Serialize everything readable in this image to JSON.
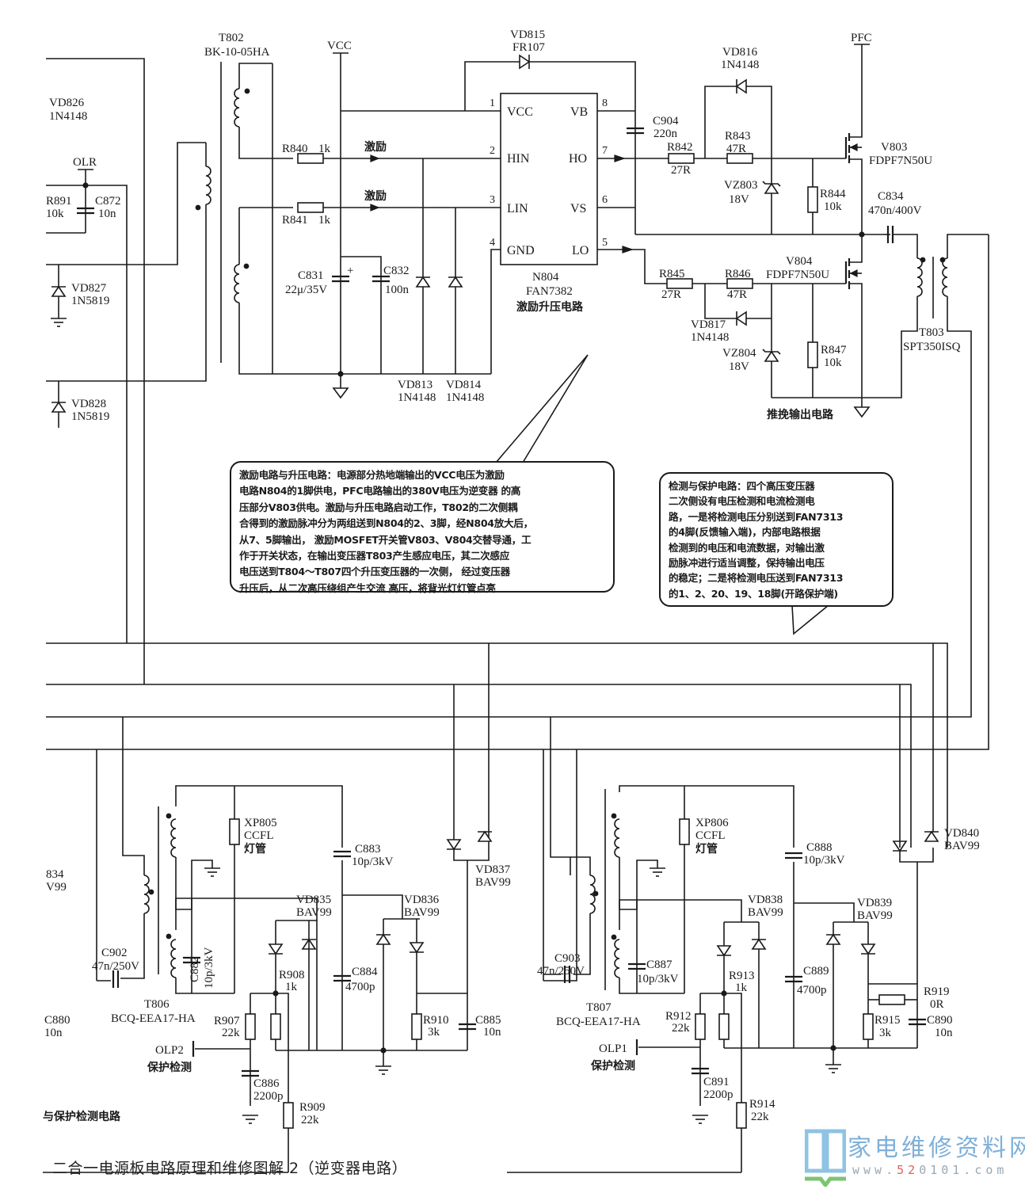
{
  "caption": "二合一电源板电路原理和维修图解 2（逆变器电路）",
  "logo": {
    "name": "家电维修资料网",
    "url_prefix": "www.",
    "url_highlight": "52",
    "url_suffix": "0101.com",
    "colors": {
      "book": "#8fc3e3",
      "stand": "#7cc474",
      "highlight": "#e06060"
    }
  },
  "nets": {
    "vcc": "VCC",
    "pfc": "PFC",
    "olr": "OLR",
    "olp1": "OLP1",
    "olp2": "OLP2",
    "drive_hin": "激励",
    "drive_lin": "激励",
    "protect_detect_1": "保护检测",
    "protect_detect_2": "保护检测"
  },
  "section_labels": {
    "driver_boost": "激励升压电路",
    "push_pull": "推挽输出电路",
    "left_partial": "与保护检测电路"
  },
  "ic": {
    "ref": "N804",
    "part": "FAN7382",
    "pins_left": [
      {
        "num": "1",
        "name": "VCC"
      },
      {
        "num": "2",
        "name": "HIN"
      },
      {
        "num": "3",
        "name": "LIN"
      },
      {
        "num": "4",
        "name": "GND"
      }
    ],
    "pins_right": [
      {
        "num": "8",
        "name": "VB"
      },
      {
        "num": "7",
        "name": "HO"
      },
      {
        "num": "6",
        "name": "VS"
      },
      {
        "num": "5",
        "name": "LO"
      }
    ]
  },
  "components": {
    "T802": {
      "ref": "T802",
      "value": "BK-10-05HA"
    },
    "VD826": {
      "ref": "VD826",
      "value": "1N4148"
    },
    "R891": {
      "ref": "R891",
      "value": "10k"
    },
    "C872": {
      "ref": "C872",
      "value": "10n"
    },
    "VD827": {
      "ref": "VD827",
      "value": "1N5819"
    },
    "VD828": {
      "ref": "VD828",
      "value": "1N5819"
    },
    "R840": {
      "ref": "R840",
      "value": "1k"
    },
    "R841": {
      "ref": "R841",
      "value": "1k"
    },
    "C831": {
      "ref": "C831",
      "value": "22μ/35V"
    },
    "C832": {
      "ref": "C832",
      "value": "100n"
    },
    "VD813": {
      "ref": "VD813",
      "value": "1N4148"
    },
    "VD814": {
      "ref": "VD814",
      "value": "1N4148"
    },
    "VD815": {
      "ref": "VD815",
      "value": "FR107"
    },
    "C904": {
      "ref": "C904",
      "value": "220n"
    },
    "VD816": {
      "ref": "VD816",
      "value": "1N4148"
    },
    "R842": {
      "ref": "R842",
      "value": "27R"
    },
    "R843": {
      "ref": "R843",
      "value": "47R"
    },
    "VZ803": {
      "ref": "VZ803",
      "value": "18V"
    },
    "R844": {
      "ref": "R844",
      "value": "10k"
    },
    "V803": {
      "ref": "V803",
      "value": "FDPF7N50U"
    },
    "C834": {
      "ref": "C834",
      "value": "470n/400V"
    },
    "V804": {
      "ref": "V804",
      "value": "FDPF7N50U"
    },
    "R845": {
      "ref": "R845",
      "value": "27R"
    },
    "R846": {
      "ref": "R846",
      "value": "47R"
    },
    "VD817": {
      "ref": "VD817",
      "value": "1N4148"
    },
    "VZ804": {
      "ref": "VZ804",
      "value": "18V"
    },
    "R847": {
      "ref": "R847",
      "value": "10k"
    },
    "T803": {
      "ref": "T803",
      "value": "SPT350ISQ"
    },
    "partial_834": {
      "ref": "834",
      "value": "V99"
    },
    "C880": {
      "ref": "C880",
      "value": "10n"
    },
    "C902": {
      "ref": "C902",
      "value": "47n/250V"
    },
    "T806": {
      "ref": "T806",
      "value": "BCQ-EEA17-HA"
    },
    "XP805": {
      "ref": "XP805",
      "value": "CCFL",
      "note": "灯管"
    },
    "C882": {
      "ref": "C882",
      "value": "10p/3kV"
    },
    "C883": {
      "ref": "C883",
      "value": "10p/3kV"
    },
    "VD835": {
      "ref": "VD835",
      "value": "BAV99"
    },
    "VD836": {
      "ref": "VD836",
      "value": "BAV99"
    },
    "VD837": {
      "ref": "VD837",
      "value": "BAV99"
    },
    "R907": {
      "ref": "R907",
      "value": "22k"
    },
    "R908": {
      "ref": "R908",
      "value": "1k"
    },
    "C884": {
      "ref": "C884",
      "value": "4700p"
    },
    "R910": {
      "ref": "R910",
      "value": "3k"
    },
    "C885": {
      "ref": "C885",
      "value": "10n"
    },
    "C886": {
      "ref": "C886",
      "value": "2200p"
    },
    "R909": {
      "ref": "R909",
      "value": "22k"
    },
    "C903": {
      "ref": "C903",
      "value": "47n/250V"
    },
    "T807": {
      "ref": "T807",
      "value": "BCQ-EEA17-HA"
    },
    "XP806": {
      "ref": "XP806",
      "value": "CCFL",
      "note": "灯管"
    },
    "C887": {
      "ref": "C887",
      "value": "10p/3kV"
    },
    "C888": {
      "ref": "C888",
      "value": "10p/3kV"
    },
    "VD838": {
      "ref": "VD838",
      "value": "BAV99"
    },
    "VD839": {
      "ref": "VD839",
      "value": "BAV99"
    },
    "VD840": {
      "ref": "VD840",
      "value": "BAV99"
    },
    "R912": {
      "ref": "R912",
      "value": "22k"
    },
    "R913": {
      "ref": "R913",
      "value": "1k"
    },
    "C889": {
      "ref": "C889",
      "value": "4700p"
    },
    "R919": {
      "ref": "R919",
      "value": "0R"
    },
    "R915": {
      "ref": "R915",
      "value": "3k"
    },
    "C890": {
      "ref": "C890",
      "value": "10n"
    },
    "C891": {
      "ref": "C891",
      "value": "2200p"
    },
    "R914": {
      "ref": "R914",
      "value": "22k"
    }
  },
  "notes": {
    "drive": [
      "激励电路与升压电路：电源部分热地端输出的VCC电压为激励",
      "电路N804的1脚供电，PFC电路输出的380V电压为逆变器 的高",
      "压部分V803供电。激励与升压电路启动工作，T802的二次侧耦",
      "合得到的激励脉冲分为两组送到N804的2、3脚，经N804放大后，",
      "从7、5脚输出， 激励MOSFET开关管V803、V804交替导通，工",
      "作于开关状态，在输出变压器T803产生感应电压，其二次感应",
      "电压送到T804～T807四个升压变压器的一次侧， 经过变压器",
      "升压后，从二次高压绕组产生交流 高压，将背光灯灯管点亮"
    ],
    "protect": [
      "检测与保护电路：四个高压变压器",
      "二次侧设有电压检测和电流检测电",
      "路，一是将检测电压分别送到FAN7313",
      "的4脚(反馈输入端)，内部电路根据",
      "检测到的电压和电流数据，对输出激",
      "励脉冲进行适当调整，保持输出电压",
      "的稳定；二是将检测电压送到FAN7313",
      "的1、2、20、19、18脚(开路保护端)"
    ]
  }
}
